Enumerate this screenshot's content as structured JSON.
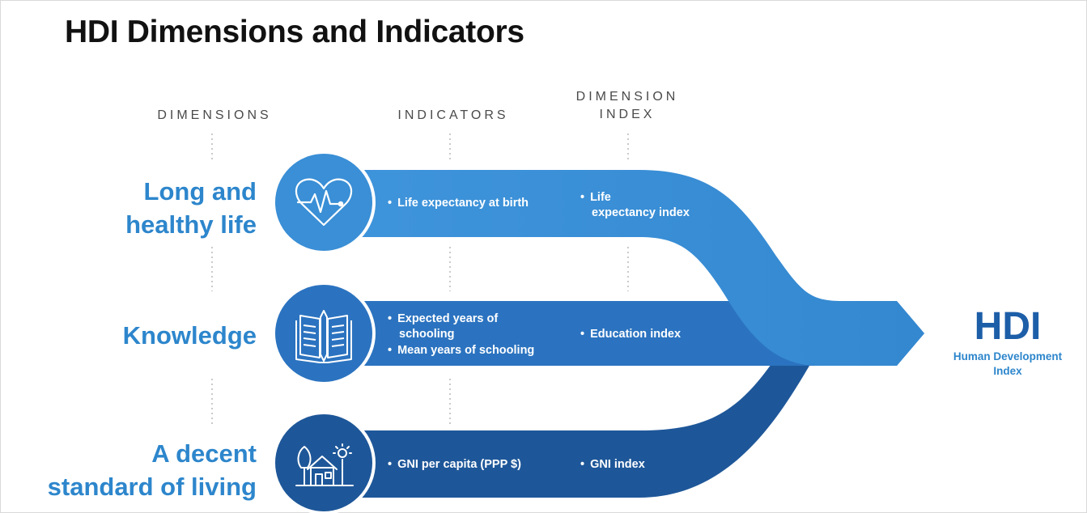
{
  "title": "HDI Dimensions and Indicators",
  "columns": {
    "dimensions": "DIMENSIONS",
    "indicators": "INDICATORS",
    "dimension_index_line1": "DIMENSION",
    "dimension_index_line2": "INDEX"
  },
  "rows": [
    {
      "dimension_line1": "Long and",
      "dimension_line2": "healthy life",
      "icon": "heart-pulse-icon",
      "indicator1": "Life expectancy at birth",
      "index_line1": "Life",
      "index_line2": "expectancy index"
    },
    {
      "dimension_line1": "Knowledge",
      "icon": "book-pencil-icon",
      "indicator1_line1": "Expected years of",
      "indicator1_line2": "schooling",
      "indicator2": "Mean years of schooling",
      "index_line1": "Education index"
    },
    {
      "dimension_line1": "A decent",
      "dimension_line2": "standard of living",
      "icon": "house-tree-sun-icon",
      "indicator1": "GNI per capita (PPP $)",
      "index_line1": "GNI index"
    }
  ],
  "result": {
    "abbr": "HDI",
    "name_line1": "Human Development",
    "name_line2": "Index"
  },
  "colors": {
    "light_blue": "#3a8fd6",
    "mid_blue": "#2b73c0",
    "dark_blue": "#1e5799",
    "label_blue": "#2d86cc"
  }
}
